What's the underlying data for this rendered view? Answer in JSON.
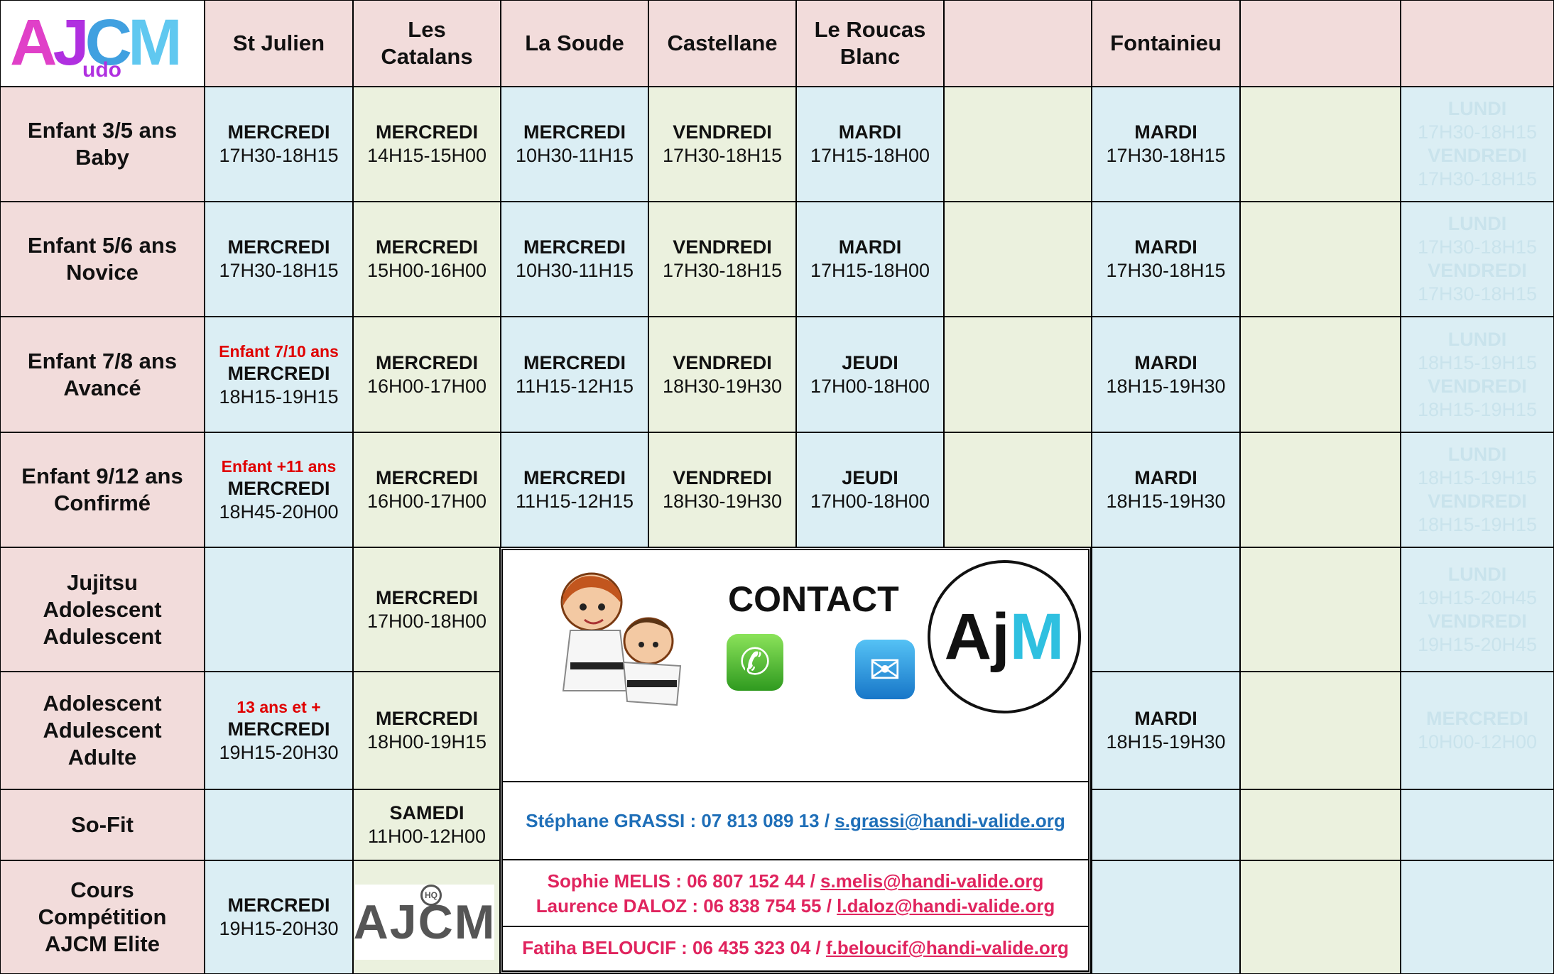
{
  "columns": [
    "St Julien",
    "Les\nCatalans",
    "La Soude",
    "Castellane",
    "Le Roucas\nBlanc",
    "",
    "Fontainieu",
    "",
    ""
  ],
  "logo": {
    "letters": [
      "A",
      "J",
      "C",
      "M"
    ],
    "sub": "udo"
  },
  "rows": [
    {
      "label": [
        "Enfant 3/5 ans",
        "Baby"
      ],
      "cells": [
        {
          "day": "MERCREDI",
          "time": "17H30-18H15"
        },
        {
          "day": "MERCREDI",
          "time": "14H15-15H00"
        },
        {
          "day": "MERCREDI",
          "time": "10H30-11H15"
        },
        {
          "day": "VENDREDI",
          "time": "17H30-18H15"
        },
        {
          "day": "MARDI",
          "time": "17H15-18H00"
        },
        {},
        {
          "day": "MARDI",
          "time": "17H30-18H15"
        },
        {},
        {
          "faded": [
            "LUNDI",
            "17H30-18H15",
            "VENDREDI",
            "17H30-18H15"
          ]
        }
      ]
    },
    {
      "label": [
        "Enfant 5/6 ans",
        "Novice"
      ],
      "cells": [
        {
          "day": "MERCREDI",
          "time": "17H30-18H15"
        },
        {
          "day": "MERCREDI",
          "time": "15H00-16H00"
        },
        {
          "day": "MERCREDI",
          "time": "10H30-11H15"
        },
        {
          "day": "VENDREDI",
          "time": "17H30-18H15"
        },
        {
          "day": "MARDI",
          "time": "17H15-18H00"
        },
        {},
        {
          "day": "MARDI",
          "time": "17H30-18H15"
        },
        {},
        {
          "faded": [
            "LUNDI",
            "17H30-18H15",
            "VENDREDI",
            "17H30-18H15"
          ]
        }
      ]
    },
    {
      "label": [
        "Enfant 7/8 ans",
        "Avancé"
      ],
      "cells": [
        {
          "note": "Enfant 7/10 ans",
          "day": "MERCREDI",
          "time": "18H15-19H15"
        },
        {
          "day": "MERCREDI",
          "time": "16H00-17H00"
        },
        {
          "day": "MERCREDI",
          "time": "11H15-12H15"
        },
        {
          "day": "VENDREDI",
          "time": "18H30-19H30"
        },
        {
          "day": "JEUDI",
          "time": "17H00-18H00"
        },
        {},
        {
          "day": "MARDI",
          "time": "18H15-19H30"
        },
        {},
        {
          "faded": [
            "LUNDI",
            "18H15-19H15",
            "VENDREDI",
            "18H15-19H15"
          ]
        }
      ]
    },
    {
      "label": [
        "Enfant 9/12 ans",
        "Confirmé"
      ],
      "cells": [
        {
          "note": "Enfant +11 ans",
          "day": "MERCREDI",
          "time": "18H45-20H00"
        },
        {
          "day": "MERCREDI",
          "time": "16H00-17H00"
        },
        {
          "day": "MERCREDI",
          "time": "11H15-12H15"
        },
        {
          "day": "VENDREDI",
          "time": "18H30-19H30"
        },
        {
          "day": "JEUDI",
          "time": "17H00-18H00"
        },
        {},
        {
          "day": "MARDI",
          "time": "18H15-19H30"
        },
        {},
        {
          "faded": [
            "LUNDI",
            "18H15-19H15",
            "VENDREDI",
            "18H15-19H15"
          ]
        }
      ]
    },
    {
      "label": [
        "Jujitsu",
        "Adolescent",
        "Adulescent"
      ],
      "cells": [
        {},
        {
          "day": "MERCREDI",
          "time": "17H00-18H00"
        },
        {},
        {},
        {},
        {},
        {},
        {},
        {
          "faded": [
            "LUNDI",
            "19H15-20H45",
            "VENDREDI",
            "19H15-20H45"
          ]
        }
      ]
    },
    {
      "label": [
        "Adolescent",
        "Adulescent",
        "Adulte"
      ],
      "cells": [
        {
          "note": "13 ans et +",
          "day": "MERCREDI",
          "time": "19H15-20H30"
        },
        {
          "day": "MERCREDI",
          "time": "18H00-19H15"
        },
        {},
        {},
        {},
        {},
        {
          "day": "MARDI",
          "time": "18H15-19H30"
        },
        {},
        {
          "faded": [
            "MERCREDI",
            "10H00-12H00"
          ]
        }
      ]
    },
    {
      "label": [
        "So-Fit"
      ],
      "cells": [
        {},
        {
          "day": "SAMEDI",
          "time": "11H00-12H00"
        },
        {},
        {},
        {},
        {},
        {},
        {},
        {}
      ]
    },
    {
      "label": [
        "Cours",
        "Compétition",
        "AJCM Elite"
      ],
      "cells": [
        {
          "day": "MERCREDI",
          "time": "19H15-20H30"
        },
        {},
        {},
        {},
        {},
        {},
        {},
        {},
        {}
      ]
    }
  ],
  "contact": {
    "title": "CONTACT",
    "logo_text": [
      "Aj",
      "M"
    ],
    "lines": [
      {
        "name": "Stéphane GRASSI : 07 813 089 13 / ",
        "email": "s.grassi@handi-valide.org",
        "color": "#1f6fb8"
      },
      {
        "name": "Sophie MELIS : 06 807 152 44 / ",
        "email": "s.melis@handi-valide.org",
        "color": "#e0245e"
      },
      {
        "name": "Laurence DALOZ : 06 838 754 55 / ",
        "email": "l.daloz@handi-valide.org",
        "color": "#e0245e"
      },
      {
        "name": "Fatiha BELOUCIF : 06 435 323 04 / ",
        "email": "f.beloucif@handi-valide.org",
        "color": "#e0245e"
      }
    ]
  },
  "small_logo": {
    "text": "AJCM",
    "badge": "HQ"
  }
}
